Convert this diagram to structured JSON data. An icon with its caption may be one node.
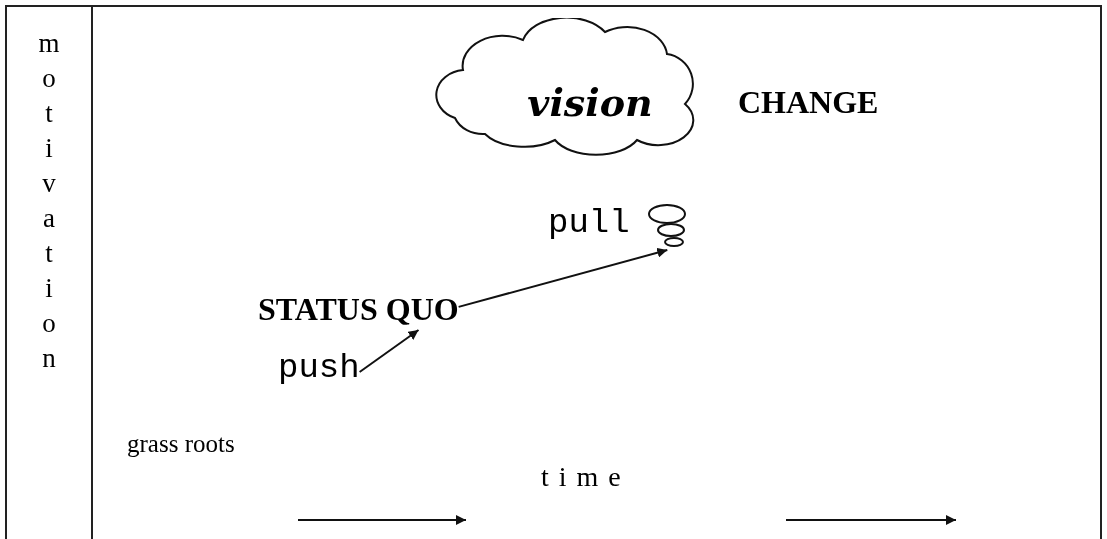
{
  "diagram": {
    "nodes": [
      {
        "text": [
          "vision"
        ]
      },
      {
        "text": [
          "STATUS QUO"
        ]
      },
      {
        "text": [
          "push"
        ]
      }
    ],
    "edges": [
      {
        "from": 2,
        "to": 1,
        "arrow": "to"
      },
      {
        "from": 1,
        "to": 0,
        "arrow": "to",
        "label": "pull"
      }
    ],
    "labels": [
      "motivation",
      "CHANGE",
      "grass roots",
      "time"
    ]
  }
}
